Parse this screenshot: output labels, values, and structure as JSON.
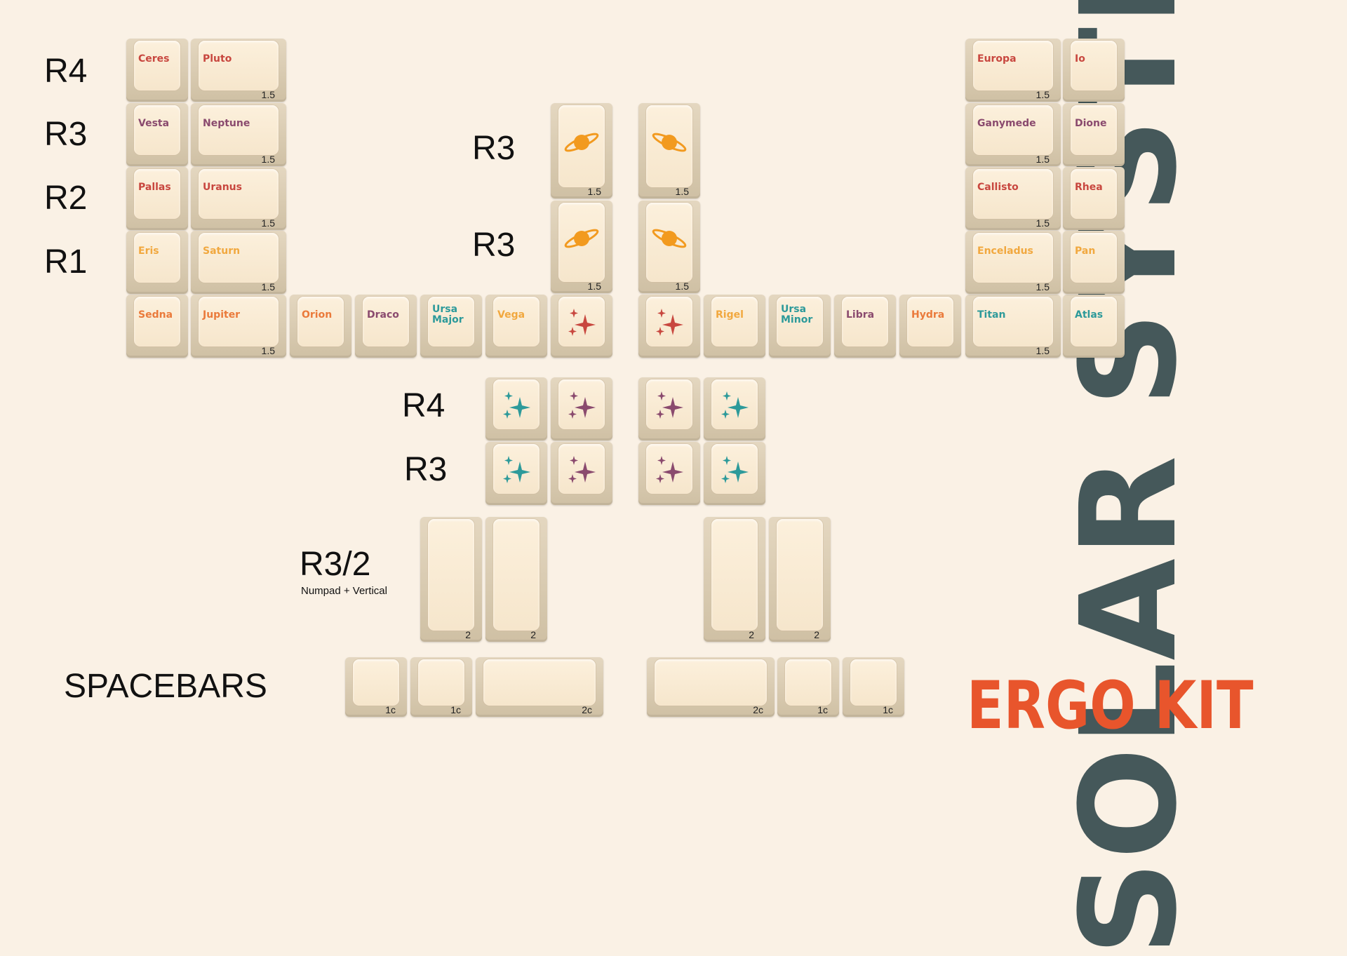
{
  "title": "SOLAR SYSTEM",
  "subtitle": "ERGO KIT",
  "colors": {
    "background": "#faf1e5",
    "title": "#45585a",
    "subtitle": "#e8552c",
    "legend_red": "#c8473f",
    "legend_plum": "#8a4a6e",
    "legend_yellow": "#f1a83f",
    "legend_orange": "#ea7a3b",
    "legend_teal": "#2d9a9a"
  },
  "row_labels": {
    "r4": "R4",
    "r3": "R3",
    "r2": "R2",
    "r1": "R1",
    "planet_r3_top": "R3",
    "planet_r3_bottom": "R3",
    "stars_r4": "R4",
    "stars_r3": "R3",
    "vertical": "R3/2",
    "vertical_note": "Numpad + Vertical",
    "spacebars": "SPACEBARS"
  },
  "keys": {
    "ceres": "Ceres",
    "pluto": "Pluto",
    "vesta": "Vesta",
    "neptune": "Neptune",
    "pallas": "Pallas",
    "uranus": "Uranus",
    "eris": "Eris",
    "saturn": "Saturn",
    "sedna": "Sedna",
    "jupiter": "Jupiter",
    "orion": "Orion",
    "draco": "Draco",
    "ursa_major": "Ursa\nMajor",
    "vega": "Vega",
    "rigel": "Rigel",
    "ursa_minor": "Ursa\nMinor",
    "libra": "Libra",
    "hydra": "Hydra",
    "titan": "Titan",
    "atlas": "Atlas",
    "europa": "Europa",
    "io": "Io",
    "ganymede": "Ganymede",
    "dione": "Dione",
    "callisto": "Callisto",
    "rhea": "Rhea",
    "enceladus": "Enceladus",
    "pan": "Pan"
  },
  "sizes": {
    "s15": "1.5",
    "s2": "2",
    "s1c": "1c",
    "s2c": "2c"
  },
  "icons": {
    "planet": "saturn-planet-icon",
    "sparkle_red": "sparkle-red-icon",
    "sparkle_teal": "sparkle-teal-icon",
    "sparkle_plum": "sparkle-plum-icon"
  }
}
